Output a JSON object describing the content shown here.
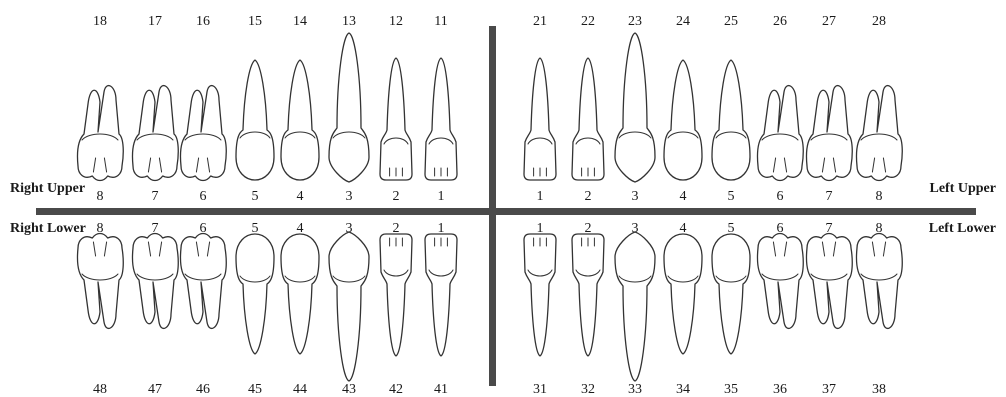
{
  "quadrants": {
    "right_upper": "Right Upper",
    "left_upper": "Left Upper",
    "right_lower": "Right Lower",
    "left_lower": "Left Lower"
  },
  "upper_right_fdi": [
    "18",
    "17",
    "16",
    "15",
    "14",
    "13",
    "12",
    "11"
  ],
  "upper_left_fdi": [
    "21",
    "22",
    "23",
    "24",
    "25",
    "26",
    "27",
    "28"
  ],
  "lower_right_fdi": [
    "48",
    "47",
    "46",
    "45",
    "44",
    "43",
    "42",
    "41"
  ],
  "lower_left_fdi": [
    "31",
    "32",
    "33",
    "34",
    "35",
    "36",
    "37",
    "38"
  ],
  "upper_right_pos": [
    "8",
    "7",
    "6",
    "5",
    "4",
    "3",
    "2",
    "1"
  ],
  "upper_left_pos": [
    "1",
    "2",
    "3",
    "4",
    "5",
    "6",
    "7",
    "8"
  ],
  "lower_right_pos": [
    "8",
    "7",
    "6",
    "5",
    "4",
    "3",
    "2",
    "1"
  ],
  "lower_left_pos": [
    "1",
    "2",
    "3",
    "4",
    "5",
    "6",
    "7",
    "8"
  ],
  "tooth_types": [
    "molar",
    "molar",
    "molar",
    "premolar",
    "premolar",
    "canine",
    "incisor",
    "incisor"
  ],
  "colors": {
    "divider": "#4a4a4a",
    "outline": "#333333",
    "text": "#1a1a1a"
  }
}
